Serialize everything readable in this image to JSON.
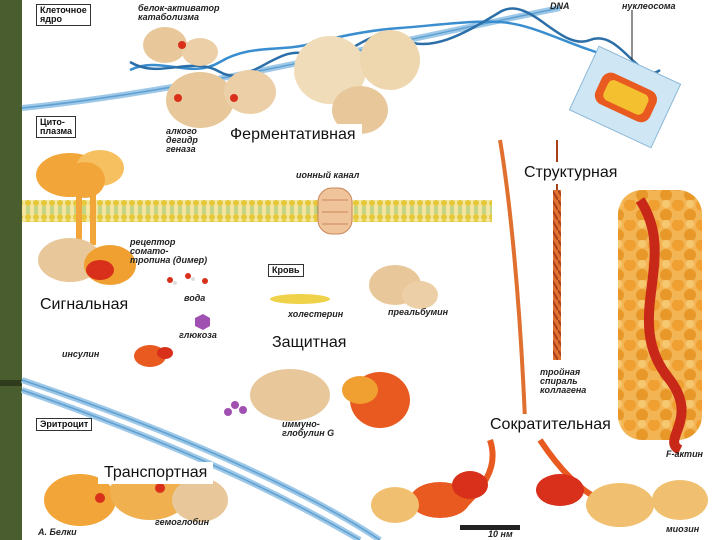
{
  "labels": {
    "nucleus": "Клеточное\nядро",
    "activator": "белок-активатор\nкатаболизма",
    "dna": "DNA",
    "nucleosome": "нуклеосома",
    "cytoplasm": "Цито-\nплазма",
    "alcohol_dh": "алкого\nдегидр\nгеназа",
    "ion_channel": "ионный канал",
    "receptor": "рецептор\nсомато-\nтропина (димер)",
    "blood": "Кровь",
    "water": "вода",
    "glucose": "глюкоза",
    "cholesterol": "холестерин",
    "prealbumin": "преальбумин",
    "insulin": "инсулин",
    "erythrocyte": "Эритроцит",
    "immunoglobulin": "иммуно-\nглобулин G",
    "triple_helix": "тройная\nспираль\nколлагена",
    "f_actin": "F-актин",
    "myosin": "миозин",
    "hemoglobin": "гемоглобин",
    "proteins": "А. Белки",
    "scale": "10 нм"
  },
  "categories": {
    "enzymatic": "Ферментативная",
    "structural": "Структурная",
    "signal": "Сигнальная",
    "protective": "Защитная",
    "contractile": "Сократительная",
    "transport": "Транспортная"
  },
  "colors": {
    "sidebar": "#4a5d2f",
    "membrane": "#e8d44a",
    "membrane_green": "#7fbf5a",
    "helix": "#3a8ecf",
    "protein_orange": "#f0a030",
    "protein_red": "#d8301a",
    "protein_beige": "#e8c89a"
  }
}
